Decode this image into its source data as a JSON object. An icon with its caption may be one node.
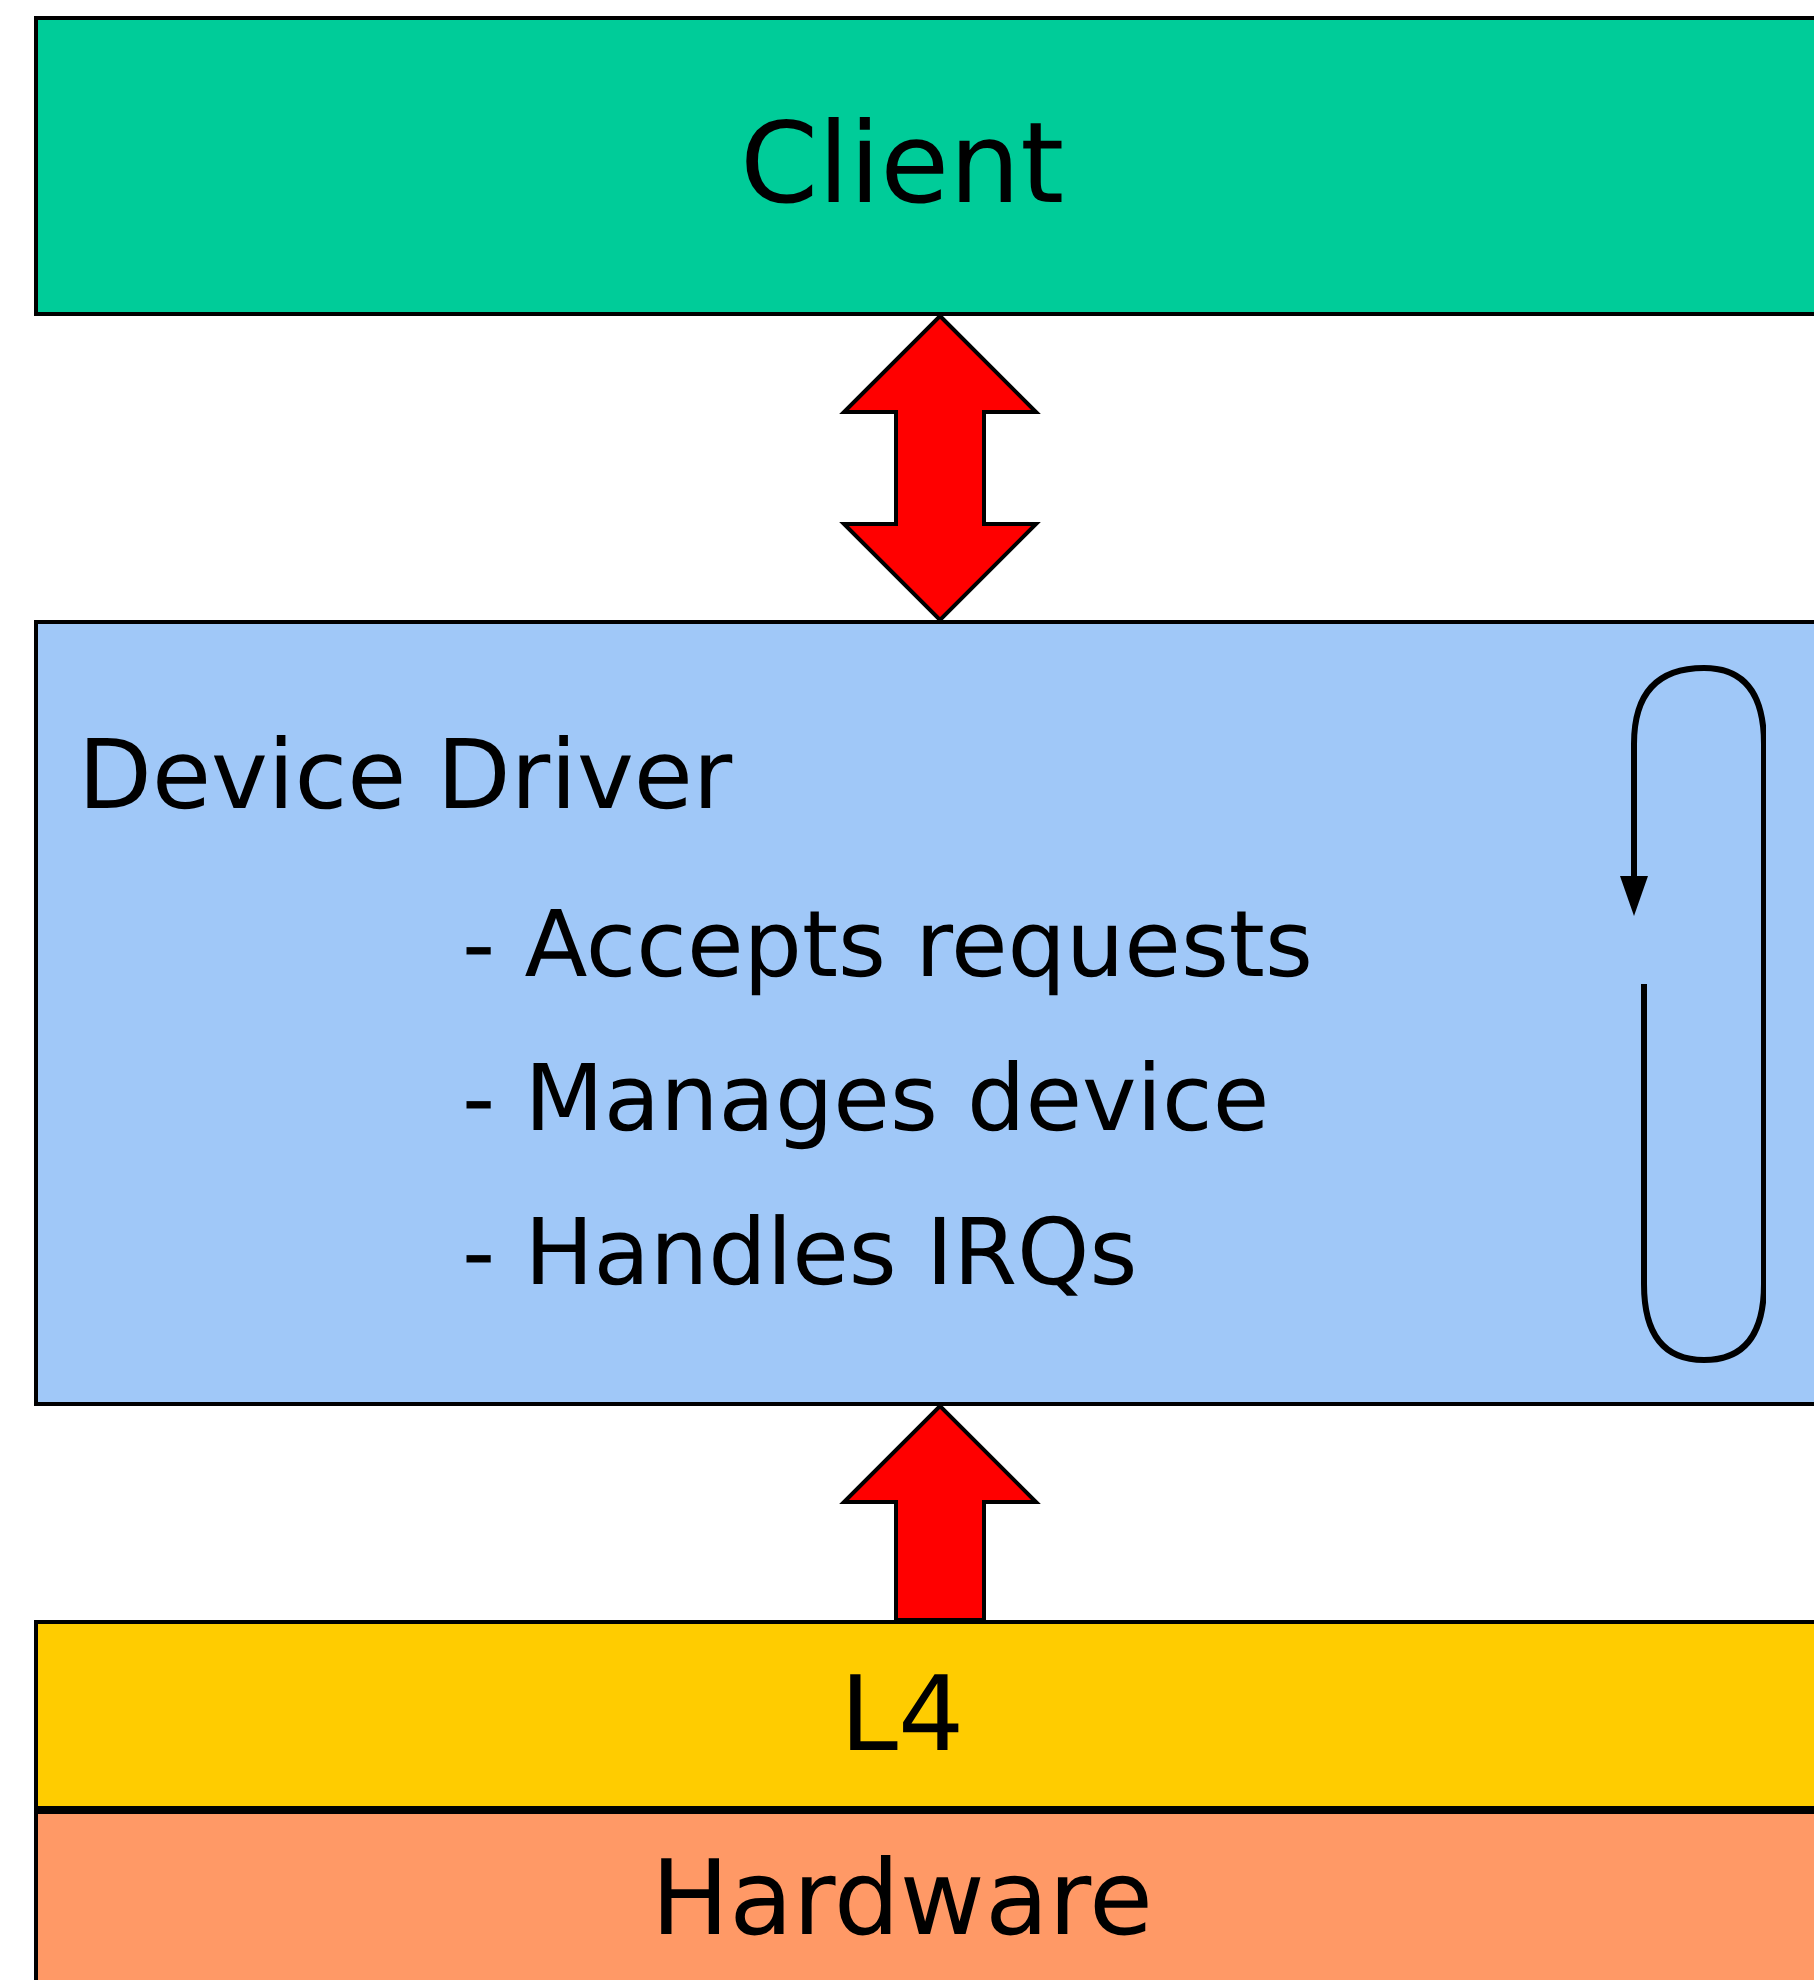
{
  "diagram": {
    "nodes": [
      {
        "text": [
          "Client"
        ]
      },
      {
        "text": [
          "Device Driver",
          "- Accepts requests",
          "- Manages device",
          "- Handles IRQs"
        ]
      },
      {
        "text": [
          "L4"
        ]
      },
      {
        "text": [
          "Hardware"
        ]
      }
    ],
    "edges": [
      {
        "from": 0,
        "to": 1,
        "arrow": "both",
        "color": "#ff0000"
      },
      {
        "from": 2,
        "to": 1,
        "arrow": "to",
        "color": "#ff0000"
      }
    ]
  }
}
